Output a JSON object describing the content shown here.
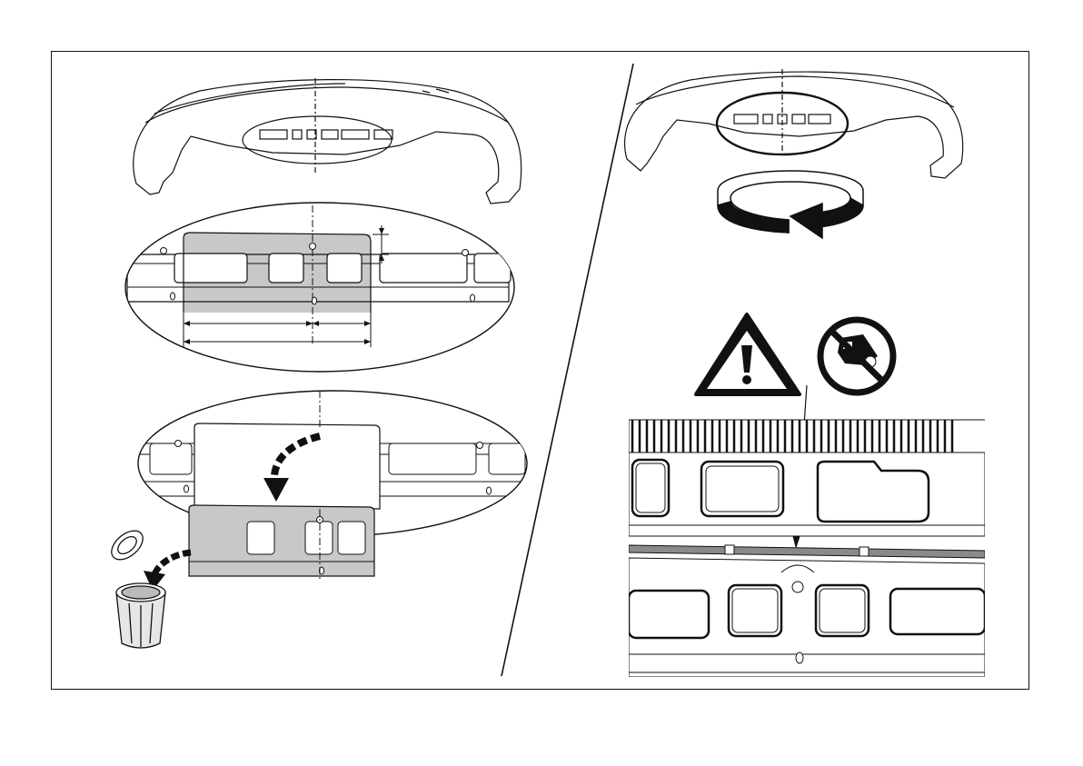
{
  "figure": {
    "panels": [
      {
        "id": "left",
        "steps": [
          "bumper-overview",
          "cut-template-zoom",
          "remove-section-discard"
        ]
      },
      {
        "id": "right",
        "steps": [
          "bumper-rotate",
          "warning-and-no-saw",
          "cut-line-detail"
        ]
      }
    ],
    "icons": [
      "warning-triangle-icon",
      "no-power-saw-icon",
      "trash-can-icon",
      "rotate-arrow-icon",
      "curved-arrow-icon"
    ],
    "colors": {
      "line": "#111111",
      "shade": "#c8c8c8",
      "background": "#ffffff"
    }
  }
}
